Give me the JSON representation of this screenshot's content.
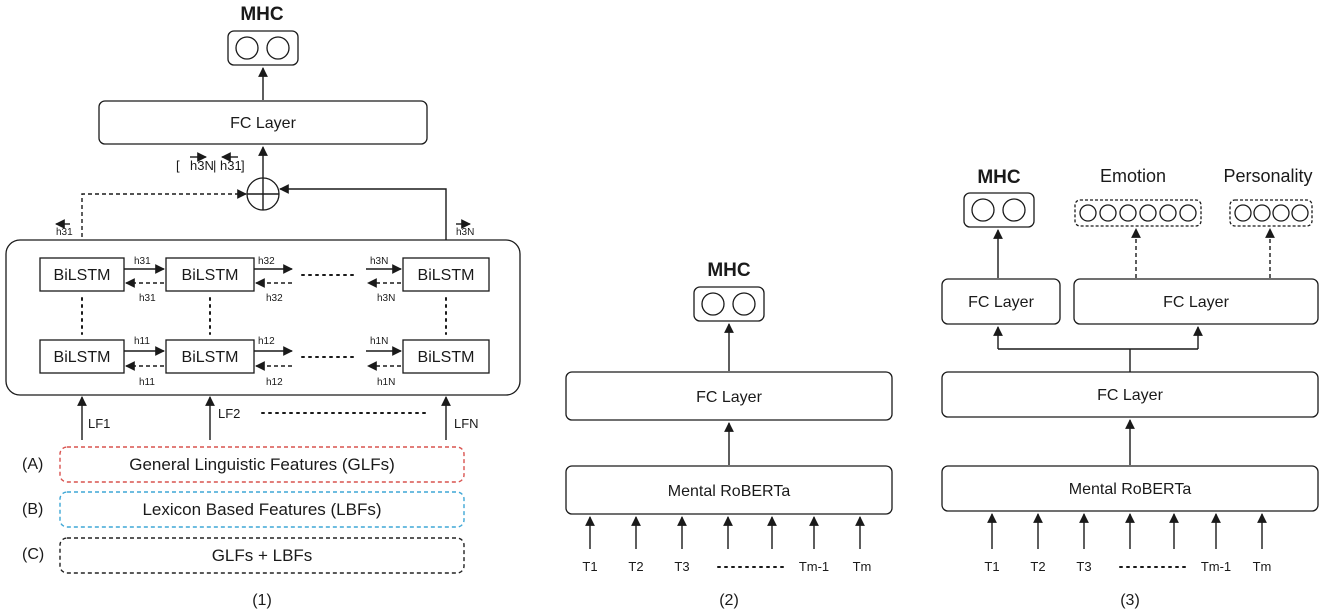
{
  "panel1": {
    "output_title": "MHC",
    "fc_layer": "FC Layer",
    "concat_label": "[ h3N | h31 ]",
    "concat_a": "h3N",
    "concat_b": "h31",
    "h31_back": "h31",
    "h3N_fwd": "h3N",
    "bilstm": "BiLSTM",
    "row_top_fwd": [
      "h31",
      "h32",
      "h3N"
    ],
    "row_top_bwd": [
      "h31",
      "h32",
      "h3N"
    ],
    "row_bottom_fwd": [
      "h11",
      "h12",
      "h1N"
    ],
    "row_bottom_bwd": [
      "h11",
      "h12",
      "h1N"
    ],
    "inputs": [
      "LF1",
      "LF2",
      "LFN"
    ],
    "feature_sets": [
      {
        "tag": "(A)",
        "label": "General Linguistic Features (GLFs)",
        "color": "#d9534f"
      },
      {
        "tag": "(B)",
        "label": "Lexicon Based Features (LBFs)",
        "color": "#3fa7d6"
      },
      {
        "tag": "(C)",
        "label": "GLFs + LBFs",
        "color": "#222222"
      }
    ],
    "caption": "(1)"
  },
  "panel2": {
    "output_title": "MHC",
    "fc_layer": "FC Layer",
    "encoder": "Mental RoBERTa",
    "tokens": [
      "T1",
      "T2",
      "T3",
      "Tm-1",
      "Tm"
    ],
    "caption": "(2)"
  },
  "panel3": {
    "heads": [
      "MHC",
      "Emotion",
      "Personality"
    ],
    "fc_head": "FC Layer",
    "fc_aux": "FC Layer",
    "fc_shared": "FC Layer",
    "encoder": "Mental RoBERTa",
    "tokens": [
      "T1",
      "T2",
      "T3",
      "Tm-1",
      "Tm"
    ],
    "caption": "(3)"
  },
  "colors": {
    "stroke": "#1a1a1a",
    "red": "#d9534f",
    "blue": "#3fa7d6"
  }
}
